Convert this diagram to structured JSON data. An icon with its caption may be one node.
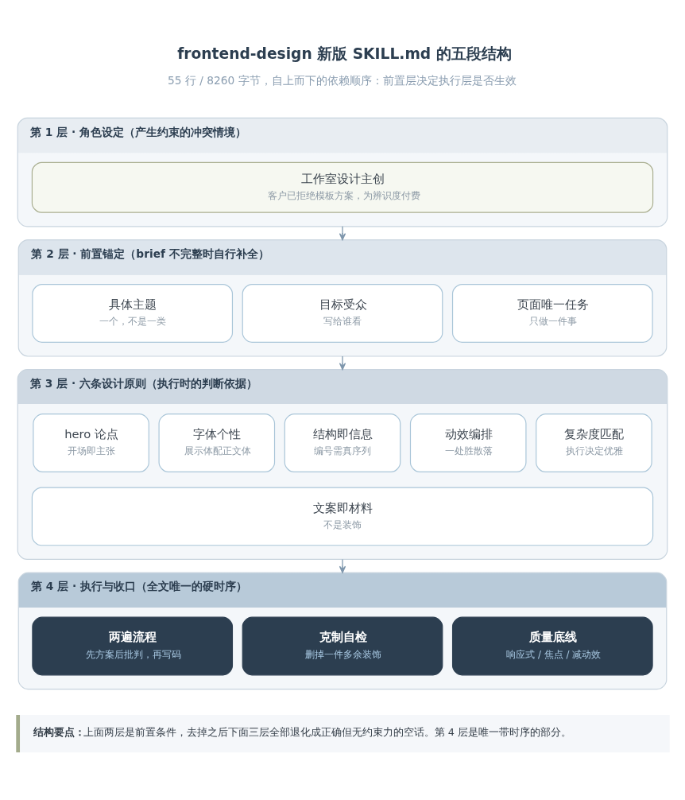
{
  "diagram": {
    "title": "frontend-design 新版 SKILL.md 的五段结构",
    "nodes": [
      {
        "text": [
          "第 1 层 · 角色设定（产生约束的冲突情境）"
        ]
      },
      {
        "text": [
          "工作室设计主创",
          "客户已拒绝模板方案，为辨识度付费"
        ],
        "in": 0
      },
      {
        "text": [
          "第 2 层 · 前置锚定（brief 不完整时自行补全）"
        ]
      },
      {
        "text": [
          "具体主题",
          "一个，不是一类"
        ],
        "in": 2
      },
      {
        "text": [
          "目标受众",
          "写给谁看"
        ],
        "in": 2
      },
      {
        "text": [
          "页面唯一任务",
          "只做一件事"
        ],
        "in": 2
      },
      {
        "text": [
          "第 3 层 · 六条设计原则（执行时的判断依据）"
        ]
      },
      {
        "text": [
          "hero 论点",
          "开场即主张"
        ],
        "in": 6
      },
      {
        "text": [
          "字体个性",
          "展示体配正文体"
        ],
        "in": 6
      },
      {
        "text": [
          "结构即信息",
          "编号需真序列"
        ],
        "in": 6
      },
      {
        "text": [
          "动效编排",
          "一处胜散落"
        ],
        "in": 6
      },
      {
        "text": [
          "复杂度匹配",
          "执行决定优雅"
        ],
        "in": 6
      },
      {
        "text": [
          "文案即材料",
          "不是装饰"
        ],
        "in": 6
      },
      {
        "text": [
          "第 4 层 · 执行与收口（全文唯一的硬时序）"
        ]
      },
      {
        "text": [
          "两遍流程",
          "先方案后批判，再写码"
        ],
        "in": 13
      },
      {
        "text": [
          "克制自检",
          "删掉一件多余装饰"
        ],
        "in": 13
      },
      {
        "text": [
          "质量底线",
          "响应式 / 焦点 / 减动效"
        ],
        "in": 13
      }
    ],
    "edges": [
      {
        "from": 0,
        "to": 2,
        "arrow": "to"
      },
      {
        "from": 2,
        "to": 6,
        "arrow": "to"
      },
      {
        "from": 6,
        "to": 13,
        "arrow": "to"
      }
    ],
    "labels": [
      "55 行 / 8260 字节，自上而下的依赖顺序：前置层决定执行层是否生效",
      "**结构要点：**上面两层是前置条件，去掉之后下面三层全部退化成正确但无约束力的空话。第 4 层是唯一带时序的部分。"
    ]
  }
}
